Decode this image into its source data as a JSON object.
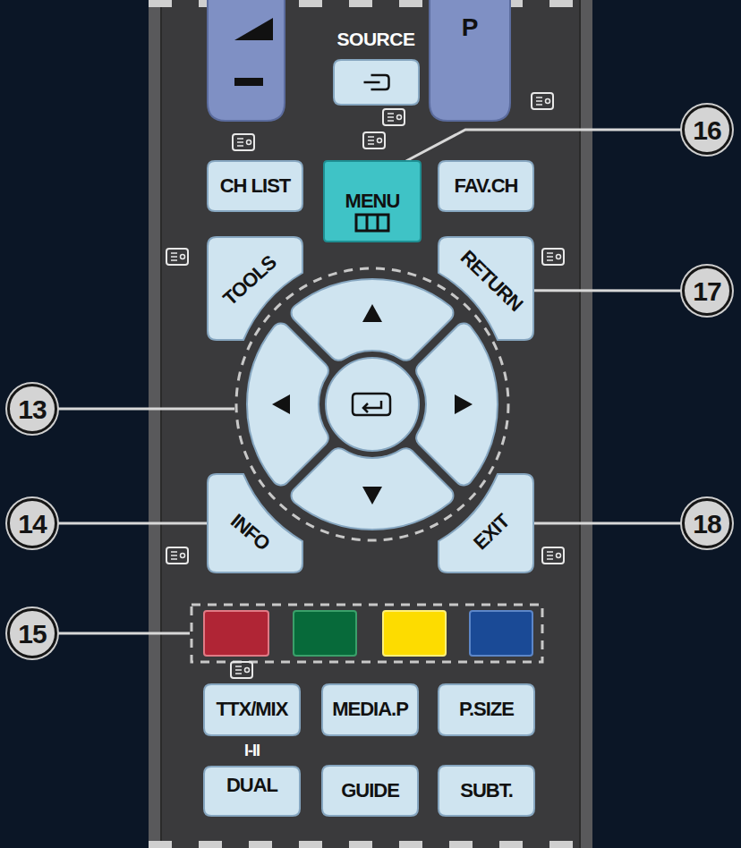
{
  "diagram": {
    "nodes": [
      {
        "text": [
          "SOURCE"
        ]
      },
      {
        "text": [
          "P"
        ]
      },
      {
        "text": [
          "16"
        ]
      },
      {
        "text": [
          "CH LIST"
        ]
      },
      {
        "text": [
          "MENU"
        ]
      },
      {
        "text": [
          "FAV.CH"
        ]
      },
      {
        "text": [
          "TOOLS"
        ]
      },
      {
        "text": [
          "RETURN"
        ]
      },
      {
        "text": [
          "17"
        ]
      },
      {
        "text": [
          "13"
        ]
      },
      {
        "text": [
          "INFO"
        ]
      },
      {
        "text": [
          "EXIT"
        ]
      },
      {
        "text": [
          "14"
        ]
      },
      {
        "text": [
          "18"
        ]
      },
      {
        "text": [
          "15"
        ]
      },
      {
        "text": [
          "TTX/MIX"
        ]
      },
      {
        "text": [
          "MEDIA.P"
        ]
      },
      {
        "text": [
          "P.SIZE"
        ]
      },
      {
        "text": [
          "I-II",
          "DUAL"
        ]
      },
      {
        "text": [
          "GUIDE"
        ]
      },
      {
        "text": [
          "SUBT."
        ]
      }
    ],
    "edges": [
      {
        "from": 2,
        "to": 4,
        "arrow": "none"
      },
      {
        "from": 8,
        "to": 7,
        "arrow": "none"
      },
      {
        "from": 12,
        "to": 10,
        "arrow": "none"
      },
      {
        "from": 13,
        "to": 11,
        "arrow": "none"
      }
    ]
  }
}
